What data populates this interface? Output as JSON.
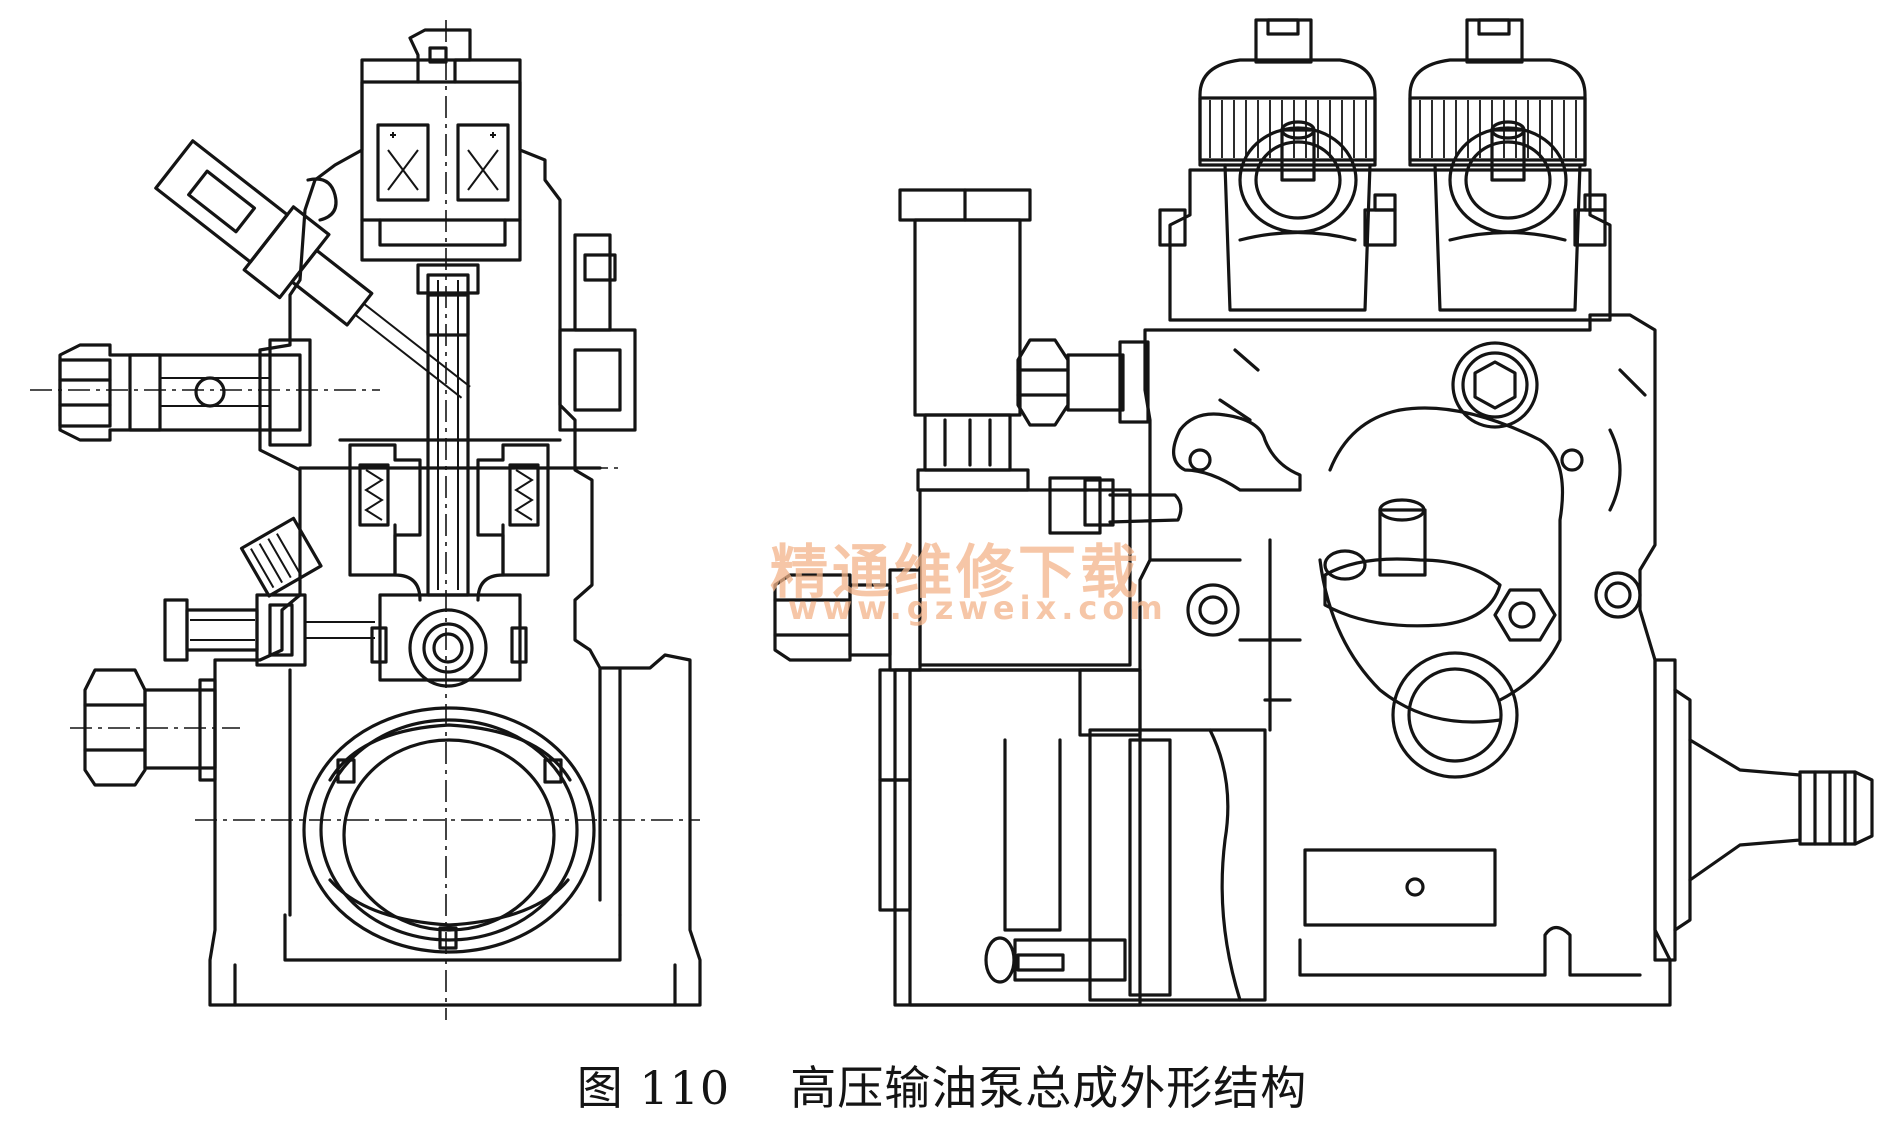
{
  "caption": {
    "figure_number": "图 110",
    "title": "高压输油泵总成外形结构"
  },
  "watermark": {
    "site_name": "精通维修下载",
    "url": "www.gzweix.com"
  },
  "colors": {
    "ink": "#141414",
    "watermark": "#f3b48a",
    "background": "#ffffff"
  }
}
